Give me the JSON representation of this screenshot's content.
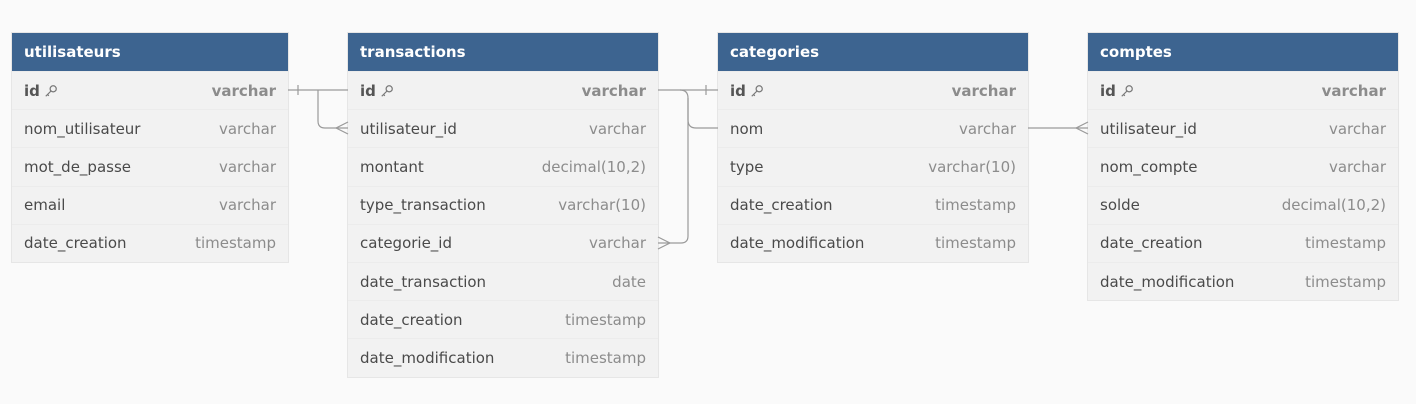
{
  "tables": {
    "utilisateurs": {
      "name": "utilisateurs",
      "fields": [
        {
          "name": "id",
          "type": "varchar",
          "pk": true
        },
        {
          "name": "nom_utilisateur",
          "type": "varchar"
        },
        {
          "name": "mot_de_passe",
          "type": "varchar"
        },
        {
          "name": "email",
          "type": "varchar"
        },
        {
          "name": "date_creation",
          "type": "timestamp"
        }
      ]
    },
    "transactions": {
      "name": "transactions",
      "fields": [
        {
          "name": "id",
          "type": "varchar",
          "pk": true
        },
        {
          "name": "utilisateur_id",
          "type": "varchar"
        },
        {
          "name": "montant",
          "type": "decimal(10,2)"
        },
        {
          "name": "type_transaction",
          "type": "varchar(10)"
        },
        {
          "name": "categorie_id",
          "type": "varchar"
        },
        {
          "name": "date_transaction",
          "type": "date"
        },
        {
          "name": "date_creation",
          "type": "timestamp"
        },
        {
          "name": "date_modification",
          "type": "timestamp"
        }
      ]
    },
    "categories": {
      "name": "categories",
      "fields": [
        {
          "name": "id",
          "type": "varchar",
          "pk": true
        },
        {
          "name": "nom",
          "type": "varchar"
        },
        {
          "name": "type",
          "type": "varchar(10)"
        },
        {
          "name": "date_creation",
          "type": "timestamp"
        },
        {
          "name": "date_modification",
          "type": "timestamp"
        }
      ]
    },
    "comptes": {
      "name": "comptes",
      "fields": [
        {
          "name": "id",
          "type": "varchar",
          "pk": true
        },
        {
          "name": "utilisateur_id",
          "type": "varchar"
        },
        {
          "name": "nom_compte",
          "type": "varchar"
        },
        {
          "name": "solde",
          "type": "decimal(10,2)"
        },
        {
          "name": "date_creation",
          "type": "timestamp"
        },
        {
          "name": "date_modification",
          "type": "timestamp"
        }
      ]
    }
  },
  "colors": {
    "header": "#3d6490",
    "body": "#f2f2f2",
    "connector": "#9a9a9a"
  },
  "icons": {
    "primary_key": "key-icon"
  }
}
